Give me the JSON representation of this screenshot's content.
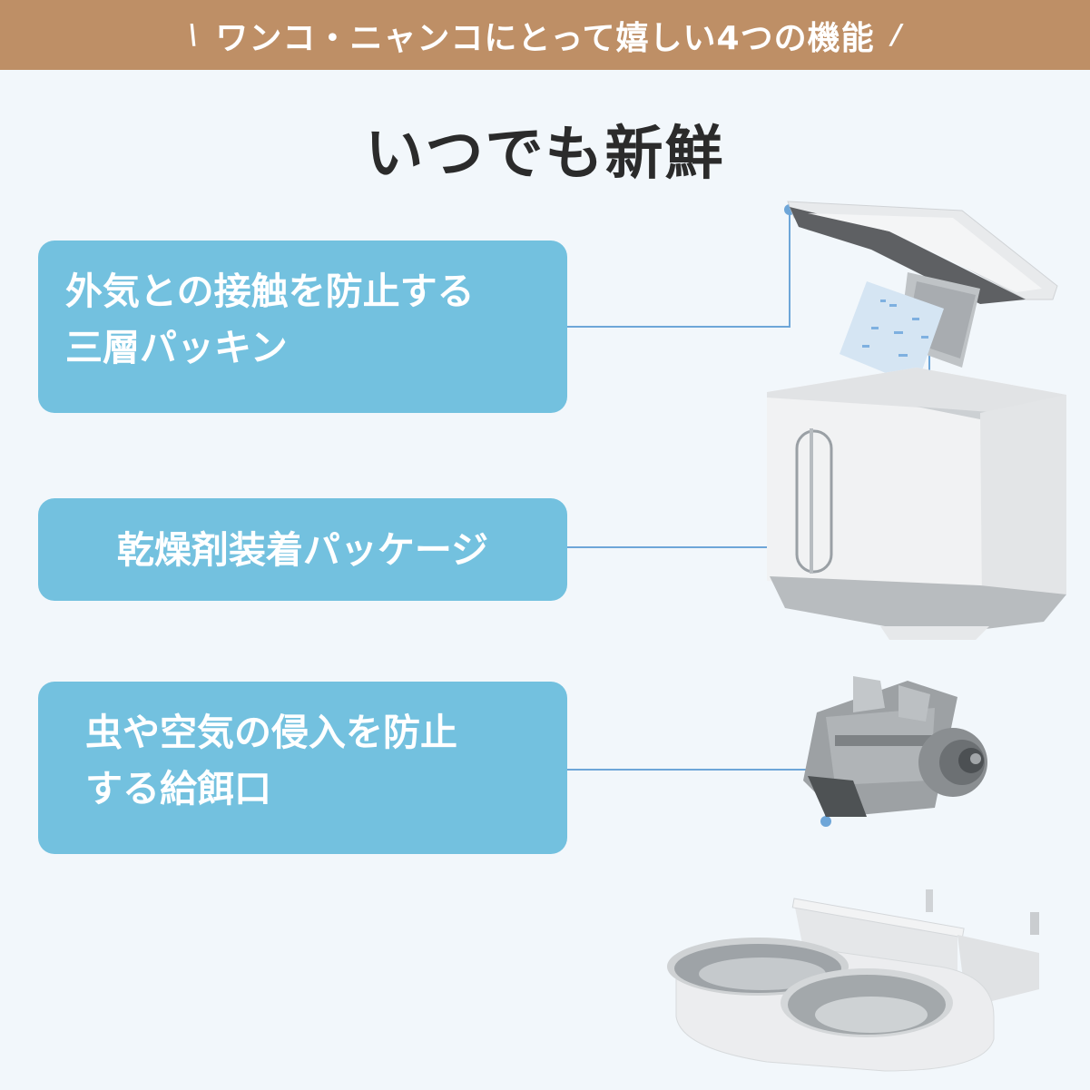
{
  "banner": {
    "slash_left": "\\",
    "text": "ワンコ・ニャンコにとって嬉しい4つの機能",
    "slash_right": "/",
    "color": "#BE8F66"
  },
  "title": "いつでも新鮮",
  "callouts": [
    {
      "label": "外気との接触を防止する三層パッキン",
      "line1": "外気との接触を防止する",
      "line2": "三層パッキン"
    },
    {
      "label": "乾燥剤装着パッケージ",
      "line1": "乾燥剤装着パッケージ"
    },
    {
      "label": "虫や空気の侵入を防止する給餌口",
      "line1": "虫や空気の侵入を防止",
      "line2": "する給餌口"
    }
  ],
  "colors": {
    "background": "#F2F7FB",
    "callout": "#73C1DF",
    "connector": "#6EA6D8",
    "title_text": "#2B2B2B"
  },
  "images": {
    "hopper": "food-hopper-with-open-lid-and-desiccant-pack",
    "dispenser": "feeding-outlet-mechanism",
    "bowls": "double-stainless-steel-bowl-tray"
  }
}
